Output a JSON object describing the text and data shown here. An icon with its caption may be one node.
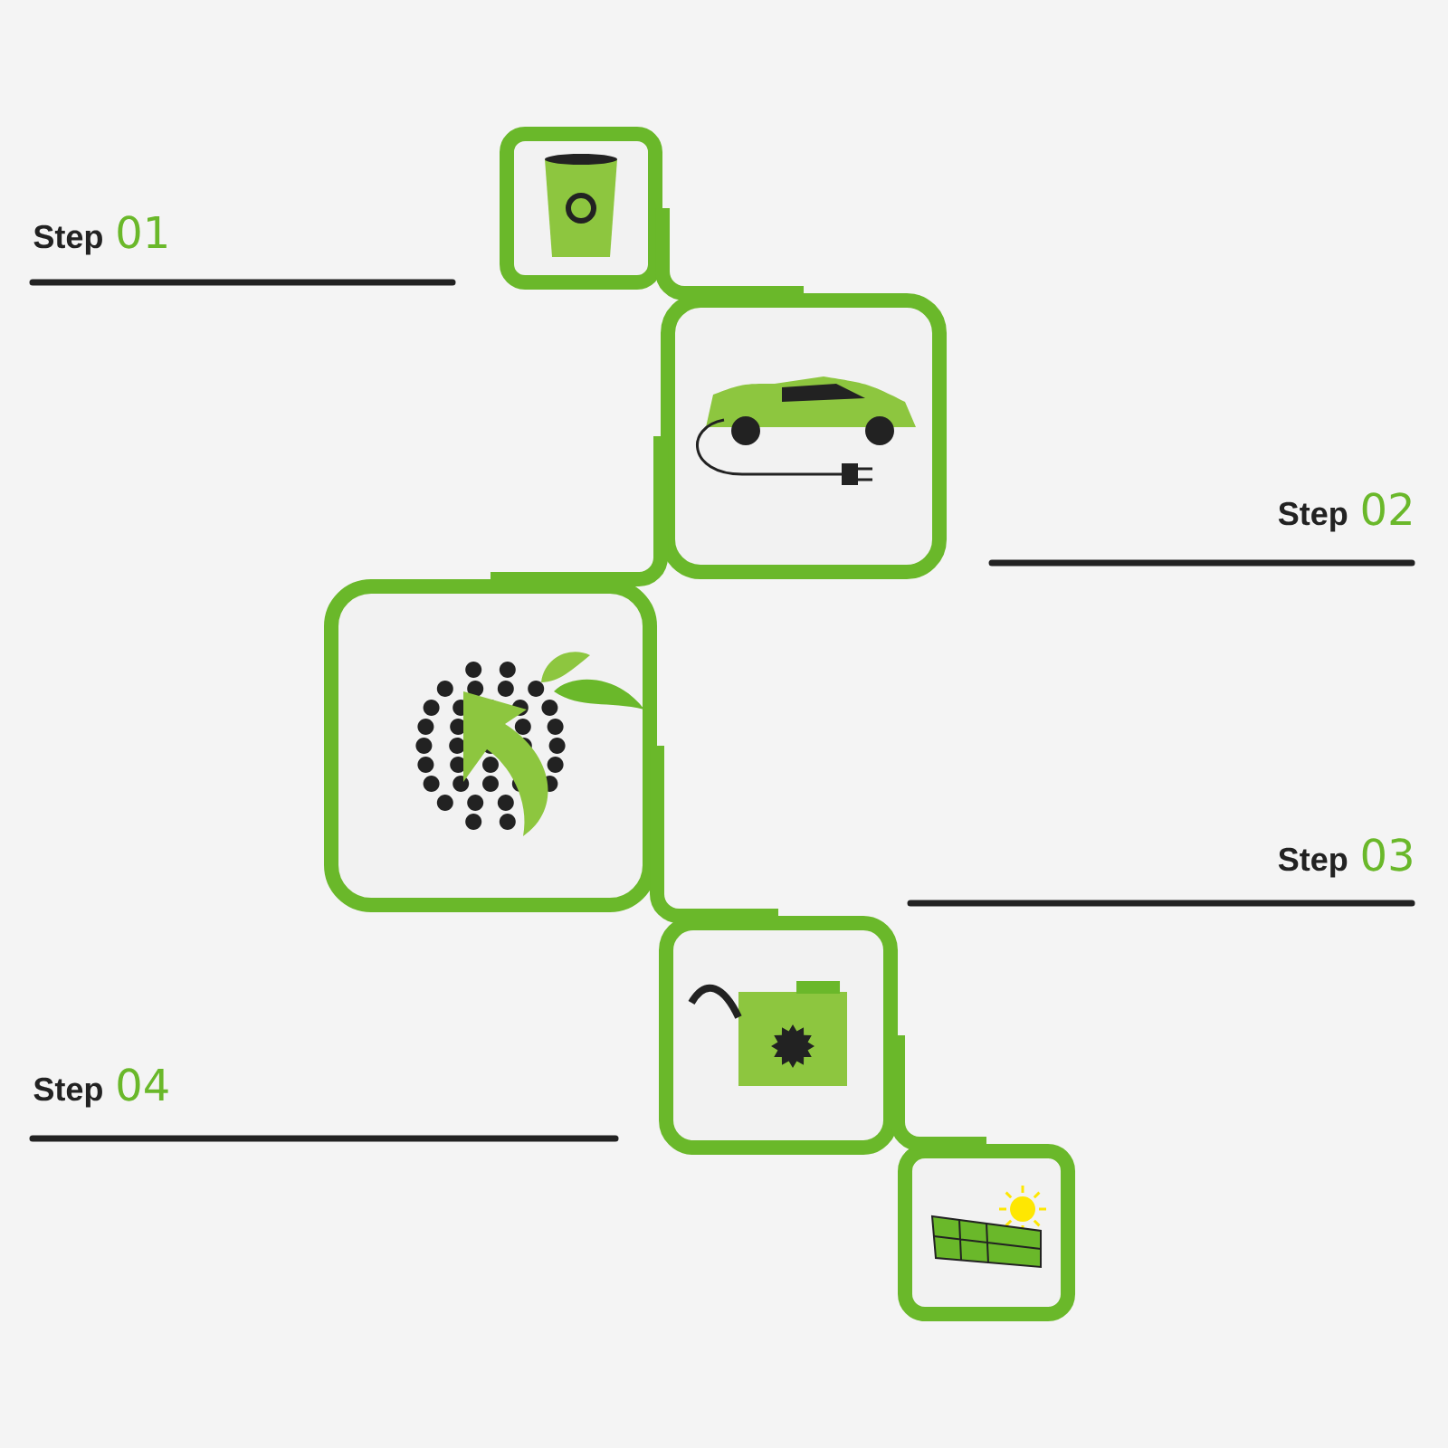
{
  "diagram": {
    "nodes": [
      {
        "text": [],
        "shape": "box"
      },
      {
        "text": [],
        "shape": "box"
      },
      {
        "text": [],
        "shape": "box"
      },
      {
        "text": [],
        "shape": "box"
      },
      {
        "text": [],
        "shape": "box"
      }
    ],
    "edges": [
      {
        "from": 0,
        "to": 1,
        "arrow": "none"
      },
      {
        "from": 1,
        "to": 2,
        "arrow": "none"
      },
      {
        "from": 2,
        "to": 3,
        "arrow": "none"
      },
      {
        "from": 3,
        "to": 4,
        "arrow": "none"
      }
    ],
    "labels": [
      "Step",
      "01",
      "Step",
      "02",
      "Step",
      "03",
      "Step",
      "04"
    ]
  }
}
